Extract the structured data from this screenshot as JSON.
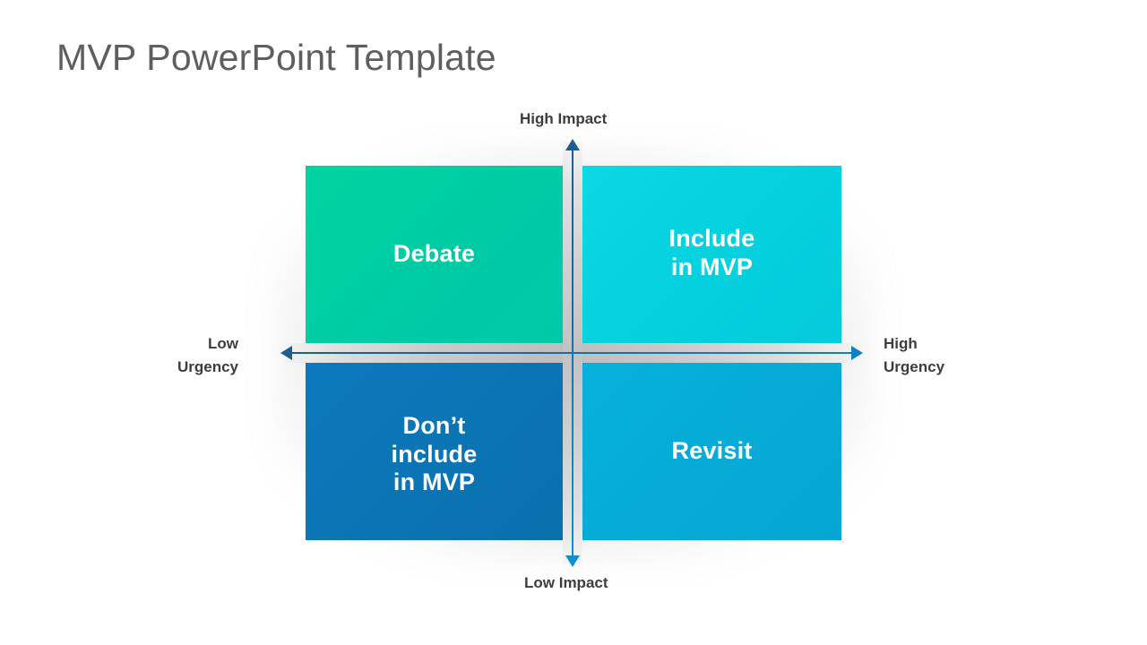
{
  "slide": {
    "title": "MVP PowerPoint Template",
    "title_color": "#5e5e5e",
    "background": "#ffffff"
  },
  "chart_data": {
    "type": "table",
    "title": "MVP PowerPoint Template",
    "layout": "2x2 quadrant matrix",
    "xlabel": "Urgency",
    "ylabel": "Impact",
    "x_axis": {
      "low_label_line1": "Low",
      "low_label_line2": "Urgency",
      "high_label_line1": "High",
      "high_label_line2": "Urgency",
      "arrow_left_color": "#1d5d94",
      "arrow_right_color": "#0b82c6"
    },
    "y_axis": {
      "high_label": "High Impact",
      "low_label": "Low Impact",
      "arrow_up_color": "#1d5d94",
      "arrow_down_color": "#1090ce"
    },
    "quadrants": [
      {
        "id": "high-impact-low-urgency",
        "position": "top-left",
        "label_lines": [
          "Debate"
        ],
        "color": "#00cba5",
        "impact": "High",
        "urgency": "Low"
      },
      {
        "id": "high-impact-high-urgency",
        "position": "top-right",
        "label_lines": [
          "Include",
          "in MVP"
        ],
        "color": "#05d0de",
        "impact": "High",
        "urgency": "High"
      },
      {
        "id": "low-impact-low-urgency",
        "position": "bottom-left",
        "label_lines": [
          "Don’t",
          "include",
          "in MVP"
        ],
        "color": "#0b74b4",
        "impact": "Low",
        "urgency": "Low"
      },
      {
        "id": "low-impact-high-urgency",
        "position": "bottom-right",
        "label_lines": [
          "Revisit"
        ],
        "color": "#06abd6",
        "impact": "Low",
        "urgency": "High"
      }
    ],
    "axis_band_color": "#c2c2c2",
    "label_text_color": "#ffffff",
    "caption_text_color": "#3d3d3d"
  }
}
